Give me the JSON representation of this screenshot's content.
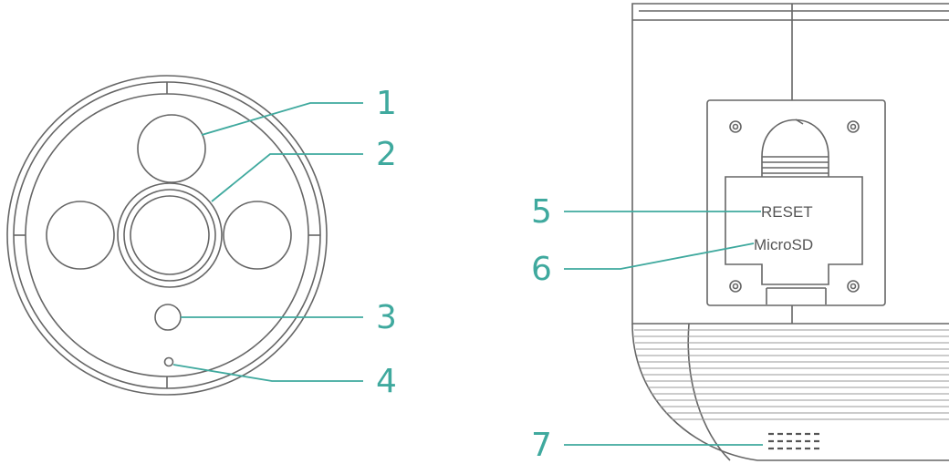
{
  "colors": {
    "outline": "#666666",
    "callout": "#3fa99e",
    "background": "#ffffff"
  },
  "front_view": {
    "callouts": [
      {
        "number": "1",
        "part": "infrared-led-top"
      },
      {
        "number": "2",
        "part": "camera-lens"
      },
      {
        "number": "3",
        "part": "light-sensor"
      },
      {
        "number": "4",
        "part": "microphone"
      }
    ]
  },
  "back_view": {
    "panel_labels": {
      "reset": "RESET",
      "microsd": "MicroSD"
    },
    "callouts": [
      {
        "number": "5",
        "part": "reset-button"
      },
      {
        "number": "6",
        "part": "microsd-slot"
      },
      {
        "number": "7",
        "part": "speaker"
      }
    ]
  }
}
